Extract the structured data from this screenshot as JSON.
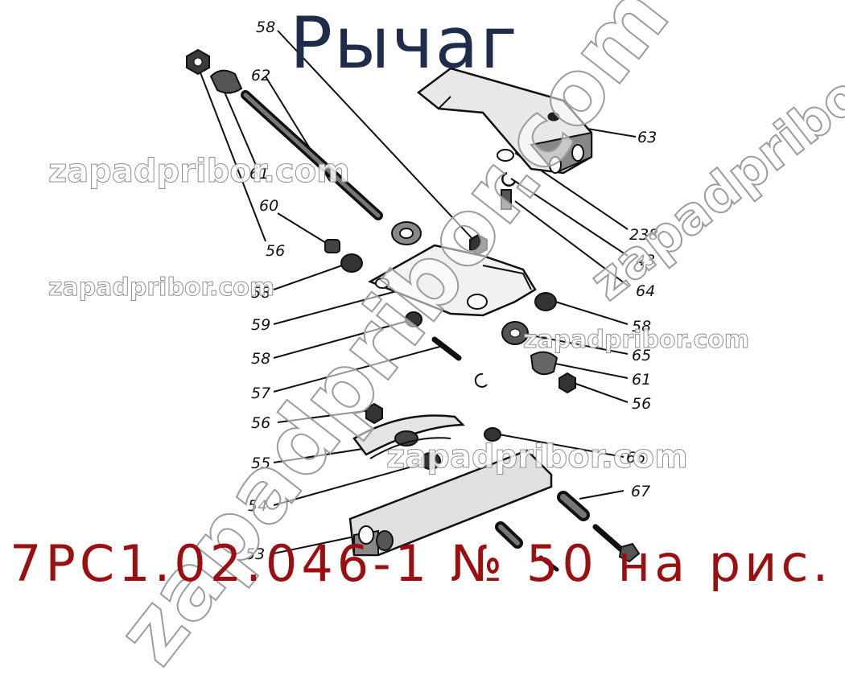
{
  "title": "Рычаг",
  "code": "7PC1.02.046-1 № 50 на рис.",
  "watermarks": {
    "w1": "zapadpribor.com",
    "w2": "zapadpribor.com",
    "w3": "zapadpribor.com",
    "w4": "zapadpribor.com",
    "big_diag": "zapadpribor.com",
    "right_diag": "zapadpribor.com"
  },
  "callouts": {
    "c58a": "58",
    "c62": "62",
    "c61a": "61",
    "c60": "60",
    "c56a": "56",
    "c63": "63",
    "c238": "238",
    "c43": "43",
    "c64": "64",
    "c58b": "58",
    "c59": "59",
    "c58c": "58",
    "c57": "57",
    "c56b": "56",
    "c55": "55",
    "c54": "54",
    "c53": "53",
    "c58d": "58",
    "c65": "65",
    "c61b": "61",
    "c56c": "56",
    "c66": "66",
    "c67": "67"
  }
}
